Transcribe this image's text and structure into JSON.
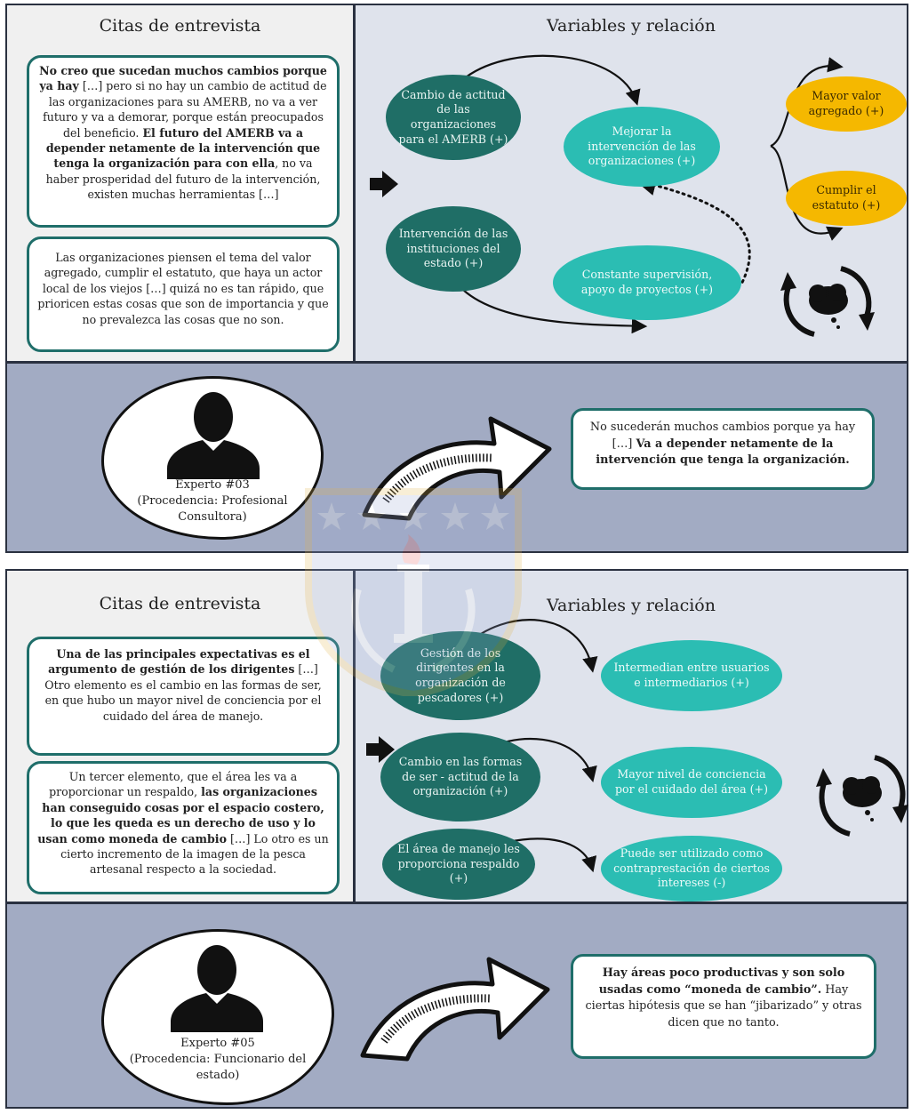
{
  "panels": [
    {
      "quotes_title": "Citas de entrevista",
      "variables_title": "Variables y relación",
      "quotes": [
        {
          "segments": [
            {
              "b": true,
              "t": "No creo que sucedan muchos cambios porque ya hay"
            },
            {
              "b": false,
              "t": " […] pero si no hay un cambio de actitud de las organizaciones para su AMERB, no va a ver futuro y va a demorar, porque están preocupados del beneficio. "
            },
            {
              "b": true,
              "t": "El futuro del AMERB va a depender netamente de la intervención que tenga la organización para con ella"
            },
            {
              "b": false,
              "t": ", no va haber prosperidad del futuro de la intervención, existen muchas herramientas […]"
            }
          ]
        },
        {
          "segments": [
            {
              "b": false,
              "t": "Las organizaciones piensen el tema del valor agregado, cumplir el estatuto, que haya un actor local de los viejos […] quizá no es tan rápido, que prioricen estas cosas que son de importancia y que no prevalezca las cosas que no son."
            }
          ]
        }
      ],
      "nodes": {
        "cambio_actitud": "Cambio de actitud de las organizaciones para el AMERB (+)",
        "intervencion_instituciones": "Intervención de las instituciones del estado (+)",
        "mejorar_intervencion": "Mejorar la intervención de las organizaciones (+)",
        "constante_supervision": "Constante supervisión, apoyo de proyectos (+)",
        "mayor_valor": "Mayor valor agregado (+)",
        "cumplir_estatuto": "Cumplir el estatuto (+)"
      },
      "expert": {
        "name": "Experto #03",
        "origin": "(Procedencia: Profesional Consultora)"
      },
      "conclusion": [
        {
          "b": false,
          "t": "No sucederán muchos cambios porque ya hay […] "
        },
        {
          "b": true,
          "t": "Va a depender netamente de la intervención que tenga la organización."
        }
      ]
    },
    {
      "quotes_title": "Citas de entrevista",
      "variables_title": "Variables y relación",
      "quotes": [
        {
          "segments": [
            {
              "b": true,
              "t": "Una de las principales expectativas es el argumento de gestión de los dirigentes"
            },
            {
              "b": false,
              "t": " […] Otro elemento es el cambio en las formas de ser, en que hubo un mayor nivel de conciencia por el cuidado del área de manejo."
            }
          ]
        },
        {
          "segments": [
            {
              "b": false,
              "t": "Un tercer elemento, que el área les va a proporcionar un respaldo, "
            },
            {
              "b": true,
              "t": "las organizaciones han conseguido cosas por el espacio costero, lo que les queda es un derecho de uso y lo usan como moneda de cambio"
            },
            {
              "b": false,
              "t": " […] Lo otro es un cierto incremento de la imagen de la pesca artesanal respecto a la sociedad."
            }
          ]
        }
      ],
      "nodes": {
        "gestion_dirigentes": "Gestión de los dirigentes en la organización de pescadores (+)",
        "cambio_formas": "Cambio en las formas de ser - actitud de la organización (+)",
        "area_manejo": "El área de manejo les proporciona respaldo (+)",
        "intermedian": "Intermedian entre usuarios e intermediarios (+)",
        "mayor_conciencia": "Mayor nivel de conciencia por el cuidado del área (+)",
        "puede_ser_utilizado": "Puede ser utilizado como contraprestación de ciertos intereses (-)"
      },
      "expert": {
        "name": "Experto #05",
        "origin": "(Procedencia: Funcionario del estado)"
      },
      "conclusion": [
        {
          "b": true,
          "t": "Hay áreas poco productivas y son solo usadas como “moneda de cambio”."
        },
        {
          "b": false,
          "t": " Hay ciertas hipótesis que se han “jibarizado” y otras dicen que no tanto."
        }
      ]
    }
  ],
  "icons": [
    "arrow-right-icon",
    "cycle-arrows-icon",
    "thought-cloud-icon",
    "person-silhouette-icon",
    "big-curved-arrow-icon",
    "university-crest-watermark"
  ],
  "colors": {
    "dark_teal": "#1f6e66",
    "light_teal": "#2bbdb3",
    "yellow": "#f5b800",
    "expert_bg": "#a2abc3",
    "variables_bg": "#dfe3ec",
    "quotes_bg": "#f0f0f0"
  }
}
